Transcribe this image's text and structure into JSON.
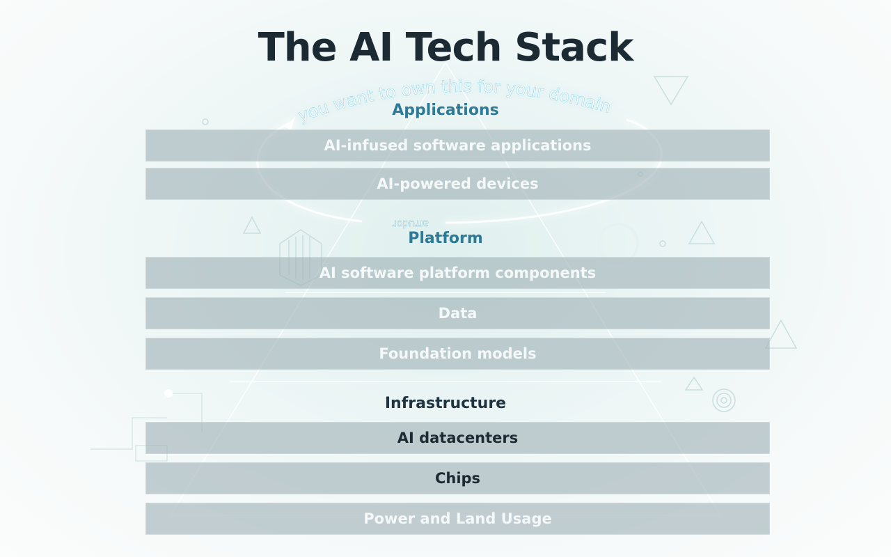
{
  "title": "The AI Tech Stack",
  "annotation": {
    "arc_text": "you want to own this for your domain",
    "lower_text": "arrudor"
  },
  "sections": {
    "applications": "Applications",
    "platform": "Platform",
    "infrastructure": "Infrastructure"
  },
  "layers": [
    "AI-infused software applications",
    "AI-powered devices",
    "AI software platform components",
    "Data",
    "Foundation models",
    "AI datacenters",
    "Chips",
    "Power and Land Usage"
  ],
  "colors": {
    "title": "#1c2b33",
    "section_accent": "#2e7a97",
    "layer_fill": "#a0b2b6",
    "glow": "#7fd6ea"
  }
}
